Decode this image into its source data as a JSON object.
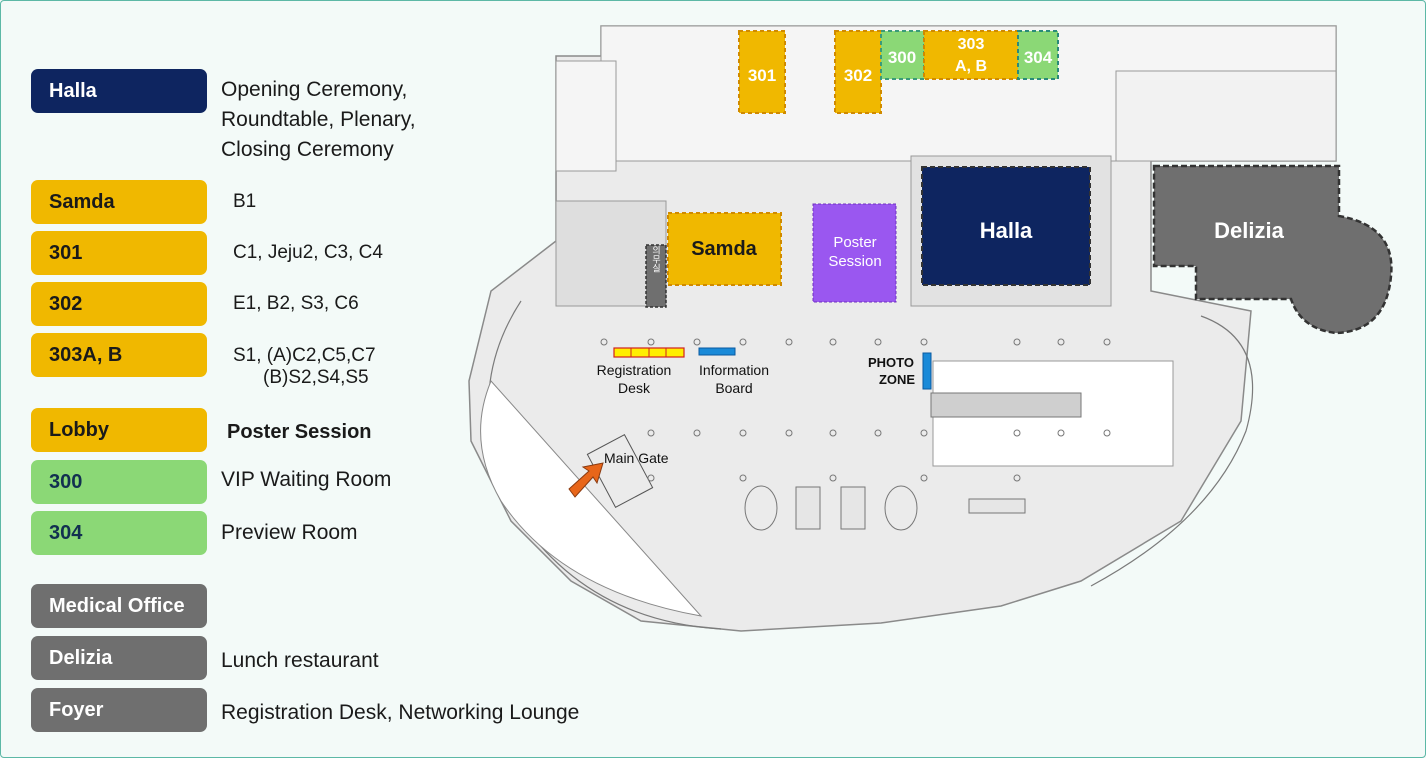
{
  "legend": [
    {
      "id": "halla",
      "label": "Halla",
      "color": "navy",
      "desc": [
        "Opening Ceremony,",
        "Roundtable, Plenary,",
        "Closing Ceremony"
      ]
    },
    {
      "id": "samda",
      "label": "Samda",
      "color": "gold",
      "desc": [
        "B1"
      ]
    },
    {
      "id": "301",
      "label": "301",
      "color": "gold",
      "desc": [
        "C1, Jeju2, C3, C4"
      ]
    },
    {
      "id": "302",
      "label": "302",
      "color": "gold",
      "desc": [
        "E1, B2, S3, C6"
      ]
    },
    {
      "id": "303ab",
      "label": "303A, B",
      "color": "gold",
      "desc": [
        "S1, (A)C2,C5,C7",
        "(B)S2,S4,S5"
      ]
    },
    {
      "id": "lobby",
      "label": "Lobby",
      "color": "gold",
      "desc": [
        "Poster Session"
      ]
    },
    {
      "id": "300",
      "label": "300",
      "color": "green",
      "desc": [
        "VIP Waiting Room"
      ]
    },
    {
      "id": "304",
      "label": "304",
      "color": "green",
      "desc": [
        "Preview Room"
      ]
    },
    {
      "id": "medical",
      "label": "Medical Office",
      "color": "gray",
      "desc": []
    },
    {
      "id": "delizia",
      "label": "Delizia",
      "color": "gray",
      "desc": [
        "Lunch restaurant"
      ]
    },
    {
      "id": "foyer",
      "label": "Foyer",
      "color": "gray",
      "desc": [
        "Registration Desk, Networking Lounge"
      ]
    }
  ],
  "map": {
    "rooms": {
      "r301": "301",
      "r302": "302",
      "r300": "300",
      "r303a": "303",
      "r303b": "A, B",
      "r304": "304",
      "samda": "Samda",
      "halla": "Halla",
      "delizia": "Delizia",
      "poster1": "Poster",
      "poster2": "Session",
      "medical": "의무실"
    },
    "labels": {
      "registration1": "Registration",
      "registration2": "Desk",
      "information1": "Information",
      "information2": "Board",
      "photo1": "PHOTO",
      "photo2": "ZONE",
      "maingate": "Main Gate"
    }
  },
  "colors": {
    "navy": "#0e2560",
    "gold": "#f0b800",
    "green": "#8bd876",
    "gray": "#6f6f6f",
    "purple": "#9a57f0",
    "teal": "#5cb8a6"
  }
}
